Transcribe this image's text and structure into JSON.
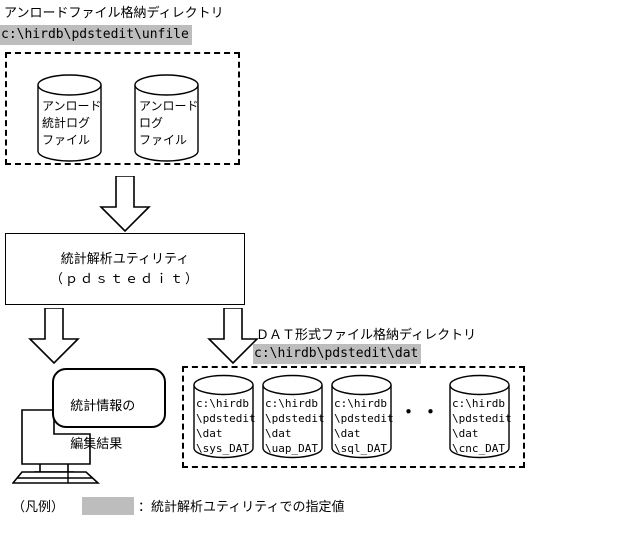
{
  "diagram": {
    "title": "HiRDB pdstedit statistics analysis utility flow",
    "highlight_color": "#bdbdbd",
    "line_color": "#000000",
    "background": "#ffffff"
  },
  "unload_section": {
    "heading": "アンロードファイル格納ディレクトリ",
    "path": "c:\\hirdb\\pdstedit\\unfile",
    "cylinders": [
      {
        "line1": "アンロード",
        "line2": "統計ログ",
        "line3": "ファイル"
      },
      {
        "line1": "アンロード",
        "line2": "ログ",
        "line3": "ファイル"
      }
    ]
  },
  "utility": {
    "name": "統計解析ユティリティ",
    "command": "（ｐｄｓｔｅｄｉｔ）"
  },
  "result": {
    "line1": "統計情報の",
    "line2": "編集結果",
    "device": "monitor"
  },
  "dat_section": {
    "heading": "ＤＡＴ形式ファイル格納ディレクトリ",
    "path": "c:\\hirdb\\pdstedit\\dat",
    "ellipsis": "・・・",
    "cylinders": [
      {
        "line1": "c:\\hirdb",
        "line2": "\\pdstedit",
        "line3": "\\dat",
        "line4": "\\sys_DAT"
      },
      {
        "line1": "c:\\hirdb",
        "line2": "\\pdstedit",
        "line3": "\\dat",
        "line4": "\\uap_DAT"
      },
      {
        "line1": "c:\\hirdb",
        "line2": "\\pdstedit",
        "line3": "\\dat",
        "line4": "\\sql_DAT"
      },
      {
        "line1": "c:\\hirdb",
        "line2": "\\pdstedit",
        "line3": "\\dat",
        "line4": "\\cnc_DAT"
      }
    ]
  },
  "legend": {
    "label": "（凡例）",
    "separator": "：",
    "description": "統計解析ユティリティでの指定値"
  }
}
